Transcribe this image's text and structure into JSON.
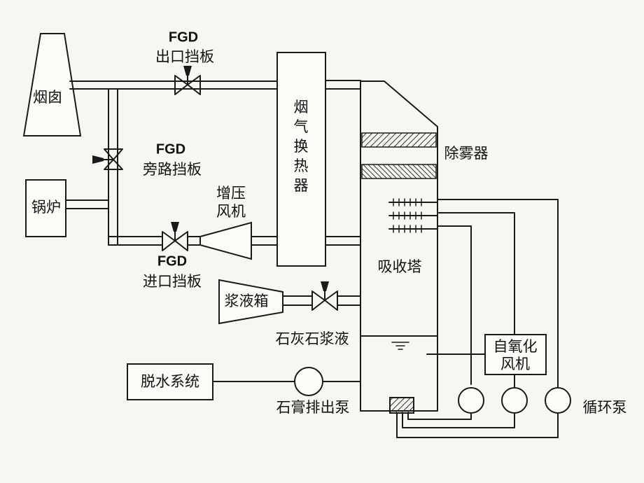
{
  "labels": {
    "fgd_outlet_prefix": "FGD",
    "fgd_outlet_text": "出口挡板",
    "chimney": "烟囱",
    "bypass_prefix": "FGD",
    "bypass_text": "旁路挡板",
    "boiler": "锅炉",
    "booster_top": "增压",
    "booster_bottom": "风机",
    "inlet_prefix": "FGD",
    "inlet_text": "进口挡板",
    "heat_exchanger": [
      "烟",
      "气",
      "换",
      "热",
      "器"
    ],
    "demister": "除雾器",
    "absorber": "吸收塔",
    "slurry_tank": "浆液箱",
    "limestone_slurry": "石灰石浆液",
    "dewatering_system": "脱水系统",
    "gypsum_pump": "石膏排出泵",
    "oxidation_fan_top": "自氧化",
    "oxidation_fan_bottom": "风机",
    "circulation_pump": "循环泵"
  },
  "colors": {
    "line": "#1a1a1a",
    "fill": "#fbfbf8",
    "hatch": "#333333",
    "background": "#f7f7f2"
  },
  "icons": {
    "valve": "butterfly-valve-icon",
    "pump": "pump-icon",
    "fan": "fan-icon"
  }
}
